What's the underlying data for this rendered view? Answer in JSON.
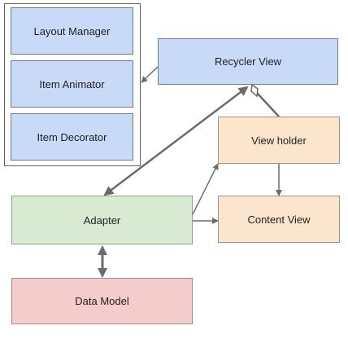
{
  "colors": {
    "blue_fill": "#c9daf8",
    "blue_border": "#6d7f96",
    "orange_fill": "#fce5cd",
    "orange_border": "#a39280",
    "green_fill": "#d9ead3",
    "green_border": "#8da585",
    "pink_fill": "#f4cccc",
    "pink_border": "#a58a8a",
    "connector": "#6b6b6b"
  },
  "nodes": {
    "layout_manager": "Layout Manager",
    "item_animator": "Item Animator",
    "item_decorator": "Item Decorator",
    "recycler_view": "Recycler View",
    "view_holder": "View holder",
    "content_view": "Content View",
    "adapter": "Adapter",
    "data_model": "Data Model"
  }
}
